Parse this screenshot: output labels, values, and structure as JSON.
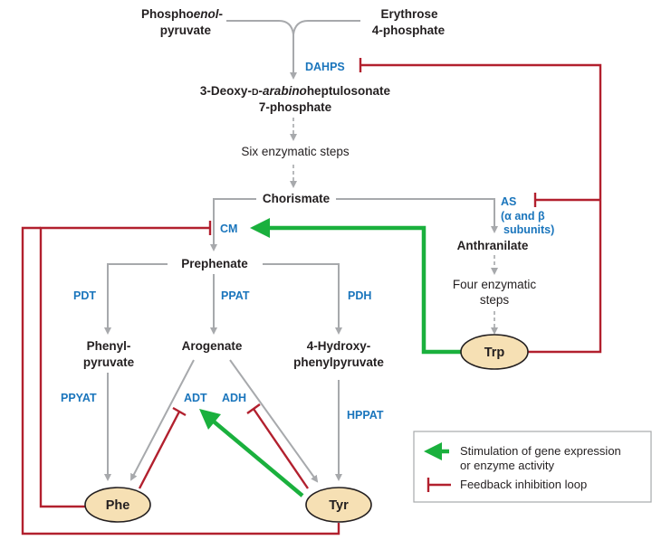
{
  "colors": {
    "enzyme_blue": "#1a75bc",
    "inhibition_red": "#b2202e",
    "stimulation_green": "#1ab03d",
    "pathway_gray": "#a7a9ac",
    "node_fill": "#f6e0b4"
  },
  "metabolites": {
    "pep_line1": "Phospho",
    "pep_line1_italic": "enol",
    "pep_line1_end": "-",
    "pep_line2": "pyruvate",
    "e4p_line1": "Erythrose",
    "e4p_line2": "4-phosphate",
    "dahp_line1_a": "3-Deoxy-",
    "dahp_line1_b": "D",
    "dahp_line1_c": "-",
    "dahp_line1_italic": "arabino",
    "dahp_line1_d": "heptulosonate",
    "dahp_line2": "7-phosphate",
    "chorismate": "Chorismate",
    "anthranilate": "Anthranilate",
    "prephenate": "Prephenate",
    "phenylpyruvate_line1": "Phenyl-",
    "phenylpyruvate_line2": "pyruvate",
    "arogenate": "Arogenate",
    "hpp_line1": "4-Hydroxy-",
    "hpp_line2": "phenylpyruvate"
  },
  "steps": {
    "six_steps": "Six enzymatic steps",
    "four_steps_line1": "Four enzymatic",
    "four_steps_line2": "steps"
  },
  "enzymes": {
    "dahps": "DAHPS",
    "as_line1": "AS",
    "as_line2": "(α and β",
    "as_line3": "subunits)",
    "cm": "CM",
    "pdt": "PDT",
    "ppat": "PPAT",
    "pdh": "PDH",
    "ppyat": "PPYAT",
    "adt": "ADT",
    "adh": "ADH",
    "hppat": "HPPAT"
  },
  "products": {
    "trp": "Trp",
    "phe": "Phe",
    "tyr": "Tyr"
  },
  "legend": {
    "stimulation_line1": "Stimulation of gene expression",
    "stimulation_line2": "or enzyme activity",
    "inhibition": "Feedback inhibition loop"
  }
}
